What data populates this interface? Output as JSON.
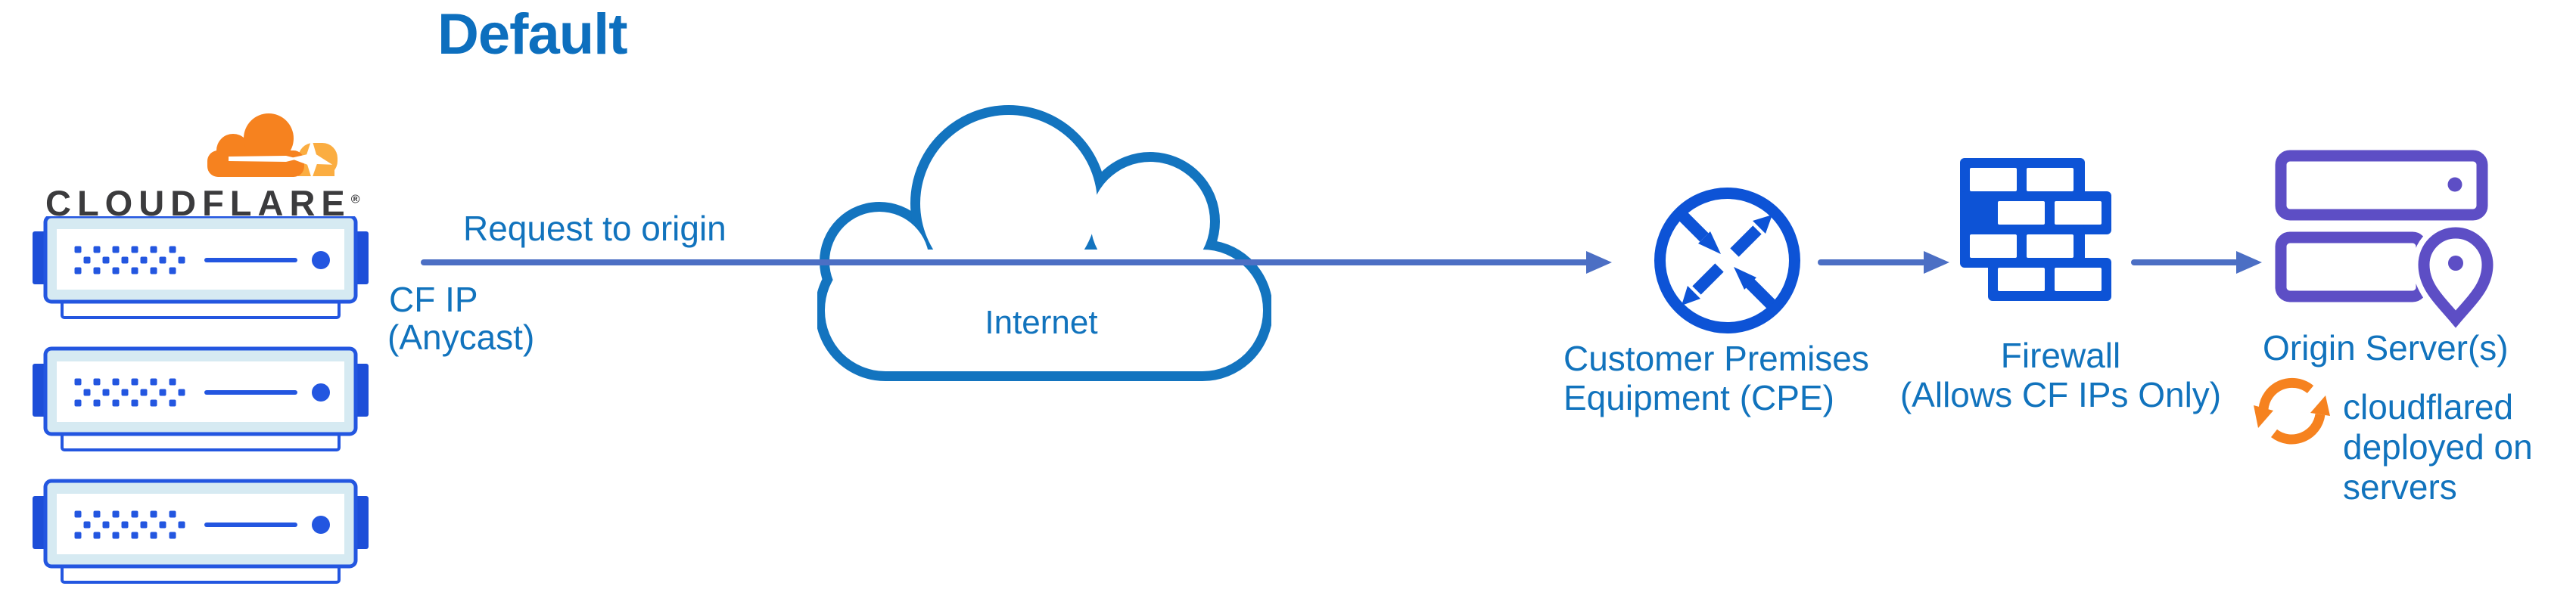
{
  "title": "Default",
  "colors": {
    "title_blue": "#0D6FBE",
    "text_blue": "#1173BD",
    "arrow_blue": "#4C6FC4",
    "icon_blue": "#0D53D6",
    "server_blue": "#2356E0",
    "tab_blue": "#1D4ED8",
    "panel_tint": "#D6EAF2",
    "cloud_outline": "#1374BF",
    "purple": "#5D4EC5",
    "orange": "#F6821F",
    "orange_light": "#FBAD41",
    "wordmark_dark": "#3B3B3D"
  },
  "cloudflare": {
    "wordmark": "CLOUDFLARE",
    "registered_mark": "®",
    "edge_server_count": 3
  },
  "request": {
    "label": "Request to origin",
    "ip_label_line1": "CF IP",
    "ip_label_line2": "(Anycast)"
  },
  "internet": {
    "label": "Internet"
  },
  "cpe": {
    "label_line1": "Customer Premises",
    "label_line2": "Equipment (CPE)"
  },
  "firewall": {
    "label_line1": "Firewall",
    "label_line2": "(Allows CF IPs Only)"
  },
  "origin": {
    "label": "Origin Server(s)",
    "note_line1": "cloudflared",
    "note_line2": "deployed on",
    "note_line3": "servers"
  }
}
